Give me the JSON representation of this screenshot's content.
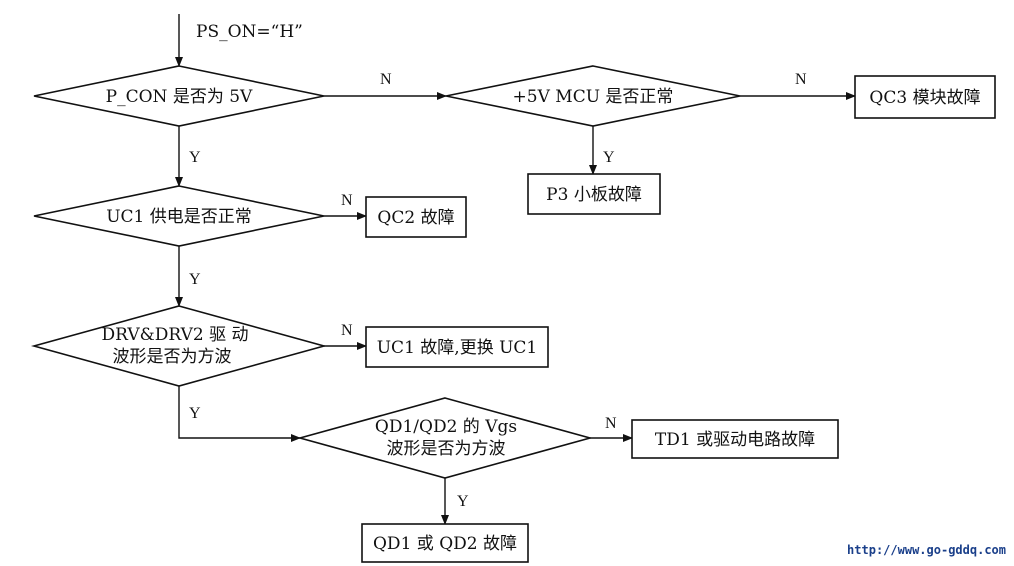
{
  "start": {
    "label": "PS_ON=“H”"
  },
  "decisions": {
    "p_con": "P_CON 是否为 5V",
    "mcu": "+5V MCU 是否正常",
    "uc1_power": "UC1 供电是否正常",
    "drv_line1": "DRV&DRV2 驱 动",
    "drv_line2": "波形是否为方波",
    "qd_line1": "QD1/QD2 的 Vgs",
    "qd_line2": "波形是否为方波"
  },
  "results": {
    "qc3": "QC3 模块故障",
    "p3": "P3 小板故障",
    "qc2": "QC2 故障",
    "uc1": "UC1 故障,更换 UC1",
    "td1": "TD1 或驱动电路故障",
    "qd": "QD1 或 QD2 故障"
  },
  "branch_labels": {
    "yes": "Y",
    "no": "N"
  },
  "watermark": "http://www.go-gddq.com"
}
